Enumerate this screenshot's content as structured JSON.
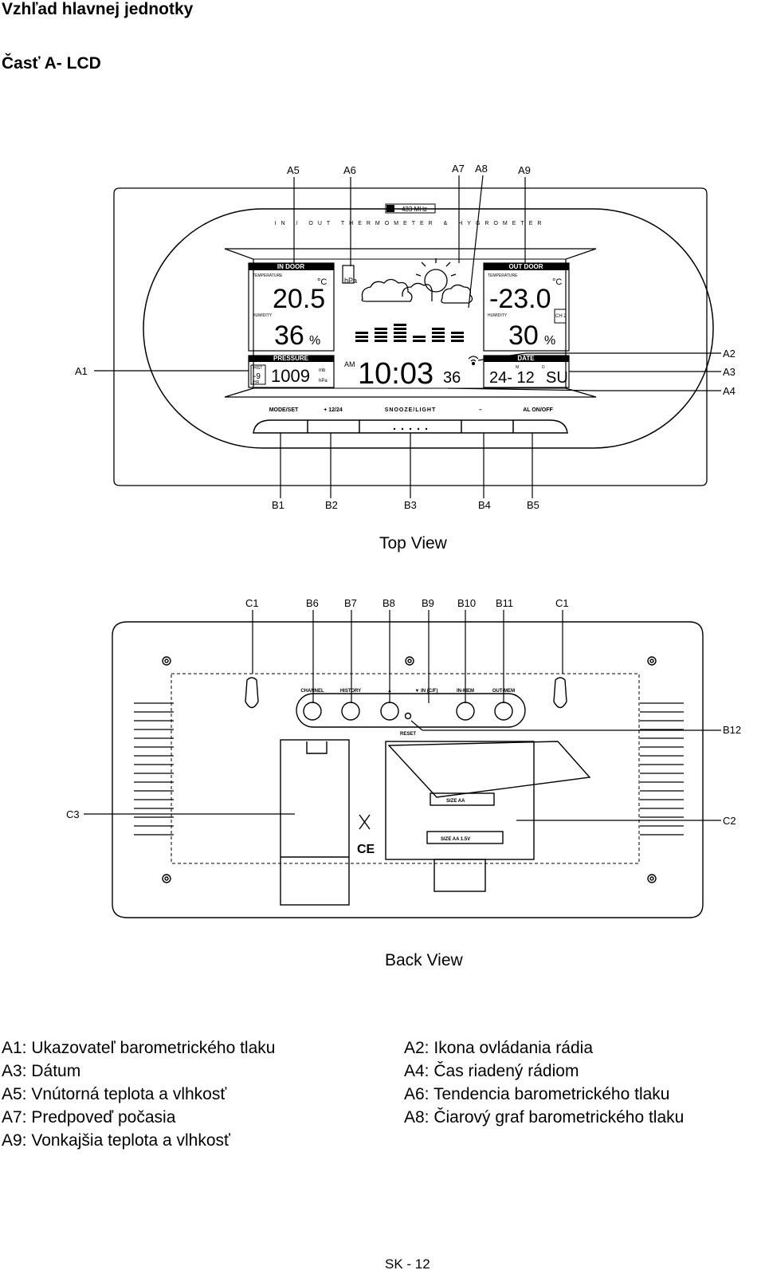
{
  "header": {
    "title": "Vzhľad hlavnej jednotky",
    "subtitle": "Časť A- LCD"
  },
  "top_view": {
    "caption": "Top View",
    "callouts": [
      "A5",
      "A6",
      "A7",
      "A8",
      "A9",
      "A1",
      "A2",
      "A3",
      "A4",
      "B1",
      "B2",
      "B3",
      "B4",
      "B5"
    ],
    "device": {
      "frequency_badge": "433 MHz",
      "product_line": "IN / OUT   THERMOMETER & HYGROMETER",
      "indoor": {
        "header": "IN DOOR",
        "temp_label": "TEMPERATURE",
        "temp": "20.5",
        "unit": "°C",
        "humidity_label": "HUMIDITY",
        "humidity": "36",
        "pct": "%"
      },
      "outdoor": {
        "header": "OUT DOOR",
        "temp_label": "TEMPERATURE",
        "temp": "-23.0",
        "unit": "°C",
        "humidity_label": "HUMIDITY",
        "humidity": "30",
        "pct": "%",
        "channel": "CH 2"
      },
      "pressure": {
        "header": "PRESSURE",
        "hist": "HIST",
        "hr": "HR",
        "hist_value": "-9",
        "value": "1009",
        "unit1": "mb",
        "unit2": "hPa"
      },
      "trend_unit": "hPa",
      "time": {
        "ampm": "AM",
        "hm": "10:03",
        "seconds": "36"
      },
      "date": {
        "header": "DATE",
        "value": "24- 12",
        "m": "M",
        "d": "D",
        "weekday": "SU"
      },
      "buttons": [
        "MODE/SET",
        "+ 12/24",
        "SNOOZE/LIGHT",
        "–",
        "AL ON/OFF"
      ]
    }
  },
  "back_view": {
    "caption": "Back View",
    "callouts": [
      "C1",
      "B6",
      "B7",
      "B8",
      "B9",
      "B10",
      "B11",
      "C1",
      "B12",
      "C3",
      "C2"
    ],
    "buttons": [
      "CHANNEL",
      "HISTORY",
      "▲",
      "▼ IN (C/F)",
      "IN-MEM",
      "OUT-MEM"
    ],
    "reset": "RESET",
    "battery1": "SIZE AA",
    "battery2": "SIZE AA 1.5V",
    "ce": "CE"
  },
  "legend": {
    "left": [
      "A1: Ukazovateľ barometrického tlaku",
      "A3: Dátum",
      "A5: Vnútorná teplota a vlhkosť",
      "A7: Predpoveď počasia",
      "A9: Vonkajšia teplota a vlhkosť"
    ],
    "right": [
      "A2: Ikona ovládania rádia",
      "A4: Čas riadený rádiom",
      "A6: Tendencia barometrického tlaku",
      "A8: Čiarový graf barometrického tlaku"
    ]
  },
  "footer": {
    "page": "SK - 12"
  }
}
